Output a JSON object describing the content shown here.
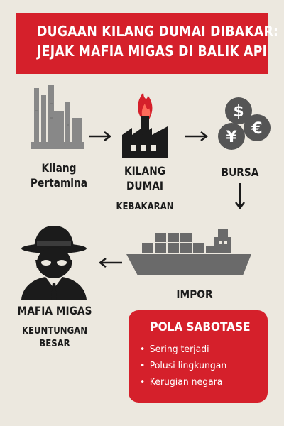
{
  "title": {
    "line1": "DUGAAN KILANG DUMAI DIBAKAR:",
    "line2": "JEJAK MAFIA MIGAS DI BALIK API"
  },
  "nodes": {
    "kilang_pertamina": {
      "line1": "Kilang",
      "line2": "Pertamina",
      "icon": "refinery-icon"
    },
    "kilang_dumai": {
      "line1": "KILANG",
      "line2": "DUMAI",
      "sublabel": "KEBAKARAN",
      "icon": "factory-fire-icon"
    },
    "bursa": {
      "label": "BURSA",
      "icon": "currency-coins-icon",
      "symbols": [
        "$",
        "¥",
        "€"
      ]
    },
    "impor": {
      "label": "IMPOR",
      "icon": "cargo-ship-icon"
    },
    "mafia": {
      "label": "MAFIA MIGAS",
      "sublabel_line1": "KEUNTUNGAN",
      "sublabel_line2": "BESAR",
      "icon": "masked-man-icon"
    }
  },
  "pola": {
    "title": "POLA SABOTASE",
    "items": [
      "Sering terjadi",
      "Polusi lingkungan",
      "Kerugian negara"
    ]
  },
  "colors": {
    "accent": "#d5202b",
    "background": "#ece8df",
    "icon_dark": "#2b2b2b",
    "icon_grey": "#8a8a8a"
  }
}
